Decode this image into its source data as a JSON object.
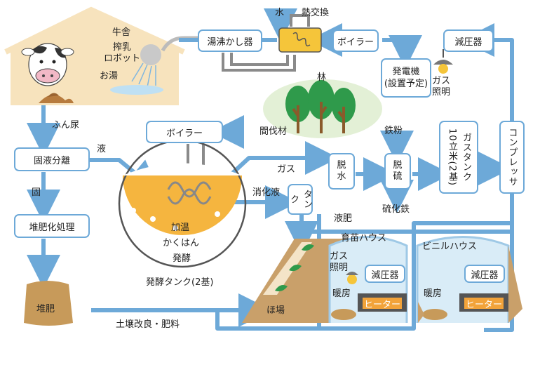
{
  "cowshed": {
    "title": "牛舎",
    "robot": "搾乳\nロボット",
    "hot_water": "お湯"
  },
  "flows": {
    "manure": "ふん尿",
    "liquid": "液",
    "solid": "固",
    "gas": "ガス",
    "digestate": "消化液",
    "liquid_fertilizer": "液肥",
    "soil": "土壌改良・肥料",
    "water": "水",
    "heat_exchange": "熱交換",
    "thinning_wood": "間伐材",
    "iron_powder": "鉄粉",
    "iron_sulfide": "硫化鉄"
  },
  "boxes": {
    "water_heater": "湯沸かし器",
    "boiler_top": "ボイラー",
    "pressure_reducer_top": "減圧器",
    "generator": "発電機\n(設置予定)",
    "boiler_tank": "ボイラー",
    "separator": "固液分離",
    "composting": "堆肥化処理",
    "dewater": "脱\n水",
    "desulfur": "脱\n硫",
    "gas_tank": "ガスタンク\n10立米(2基)",
    "compressor": "コンプレッサ",
    "tank": "タンク",
    "reducer_nursery": "減圧器",
    "reducer_vinyl": "減圧器"
  },
  "labels": {
    "gas_lighting_top": "ガス\n照明",
    "forest": "林",
    "tank_inside": [
      "加温",
      "かくはん",
      "発酵"
    ],
    "digester_name": "発酵タンク(2基)",
    "compost": "堆肥",
    "field": "ほ場",
    "nursery_house": "育苗ハウス",
    "vinyl_house": "ビニルハウス",
    "gas_lighting_house": "ガス\n照明",
    "heating_1": "暖房",
    "heating_2": "暖房",
    "heater_1": "ヒーター",
    "heater_2": "ヒーター"
  },
  "colors": {
    "pipe": "#6da9d8",
    "tank": "#f5b53f",
    "house": "#f7e3bd",
    "heater": "#f2a33a",
    "tree": "#2f9a4b"
  }
}
